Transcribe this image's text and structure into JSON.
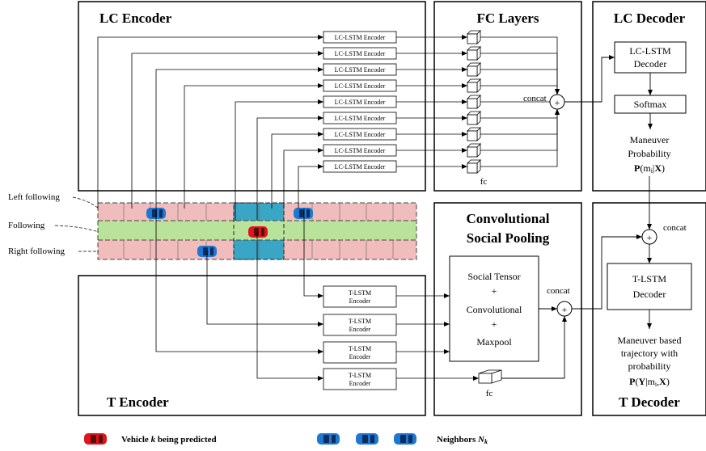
{
  "sections": {
    "lc_encoder": "LC Encoder",
    "fc_layers": "FC Layers",
    "lc_decoder": "LC Decoder",
    "t_encoder": "T Encoder",
    "csp_line1": "Convolutional",
    "csp_line2": "Social Pooling",
    "t_decoder": "T Decoder"
  },
  "lc_encoder_label": "LC-LSTM Encoder",
  "t_encoder_line1": "T-LSTM",
  "t_encoder_line2": "Encoder",
  "lanes": {
    "left": "Left following",
    "center": "Following",
    "right": "Right following"
  },
  "fc_label": "fc",
  "concat_label": "concat",
  "plus_symbol": "+",
  "lc_decoder": {
    "box_line1": "LC-LSTM",
    "box_line2": "Decoder",
    "softmax": "Softmax",
    "prob_line1": "Maneuver",
    "prob_line2": "Probability",
    "prob_line3_bold_a": "P",
    "prob_line3_mid": "(m",
    "prob_line3_sub": "i",
    "prob_line3_sep": "|",
    "prob_line3_bold_b": "X",
    "prob_line3_end": ")"
  },
  "csp_box": {
    "line1": "Social Tensor",
    "line2": "+",
    "line3": "Convolutional",
    "line4": "+",
    "line5": "Maxpool"
  },
  "t_decoder": {
    "box_line1": "T-LSTM",
    "box_line2": "Decoder",
    "out_line1": "Maneuver based",
    "out_line2": "trajectory with",
    "out_line3": "probability",
    "out_a": "P",
    "out_b": "(",
    "out_c": "Y",
    "out_d": "|m",
    "out_sub": "i",
    "out_e": ",",
    "out_f": "X",
    "out_g": ")"
  },
  "legend": {
    "target_a": "Vehicle ",
    "target_k": "k",
    "target_b": " being predicted",
    "neighbors_a": "Neighbors ",
    "neighbors_n": "N",
    "neighbors_sub": "k"
  },
  "colors": {
    "target_vehicle": "#e0151b",
    "neighbor_vehicle": "#1f77d4",
    "lane_side": "#f0bcbc",
    "lane_center": "#b9e39a",
    "target_column": "#3aa6c6"
  }
}
